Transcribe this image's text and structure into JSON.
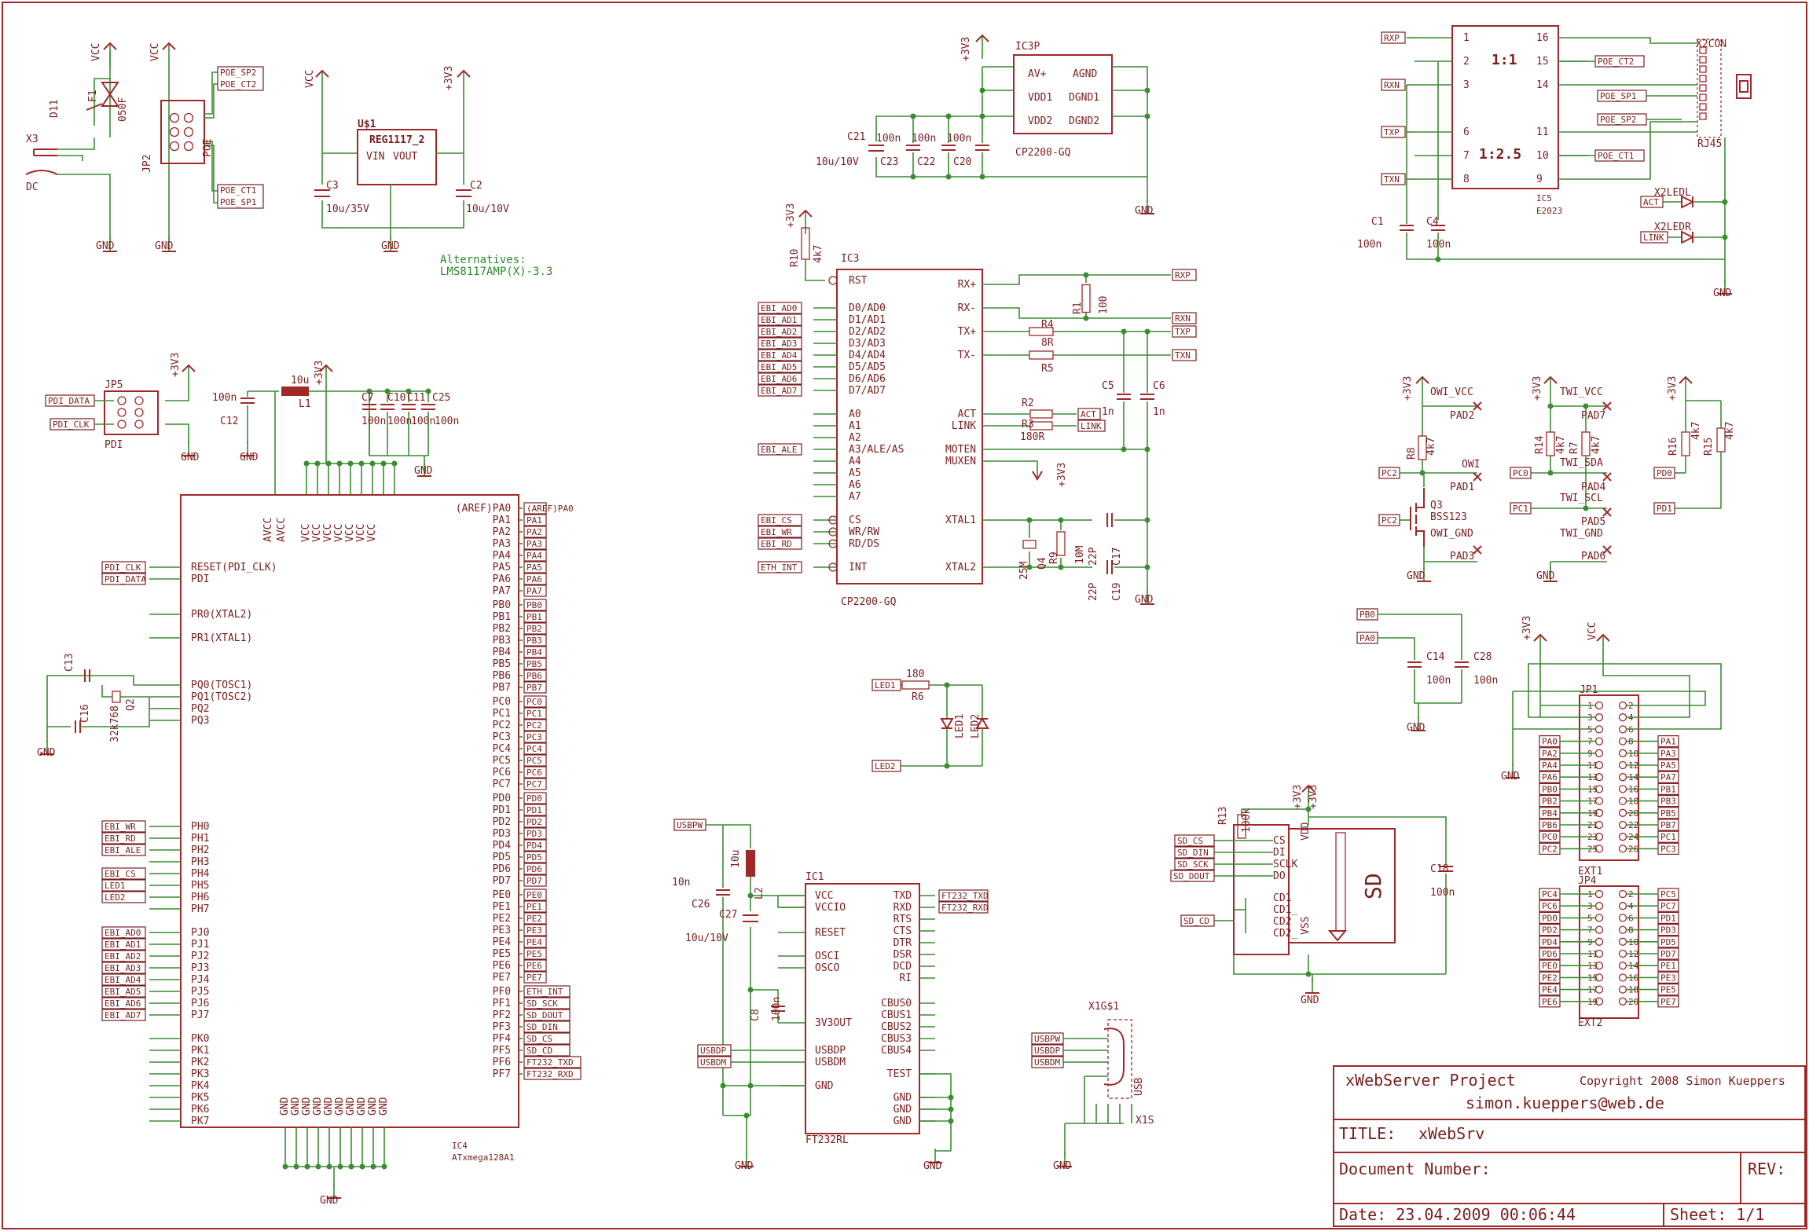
{
  "title_block": {
    "project": "xWebServer Project",
    "copyright": "Copyright 2008 Simon Kueppers",
    "email": "simon.kueppers@web.de",
    "title_label": "TITLE:",
    "title_value": "xWebSrv",
    "docnum_label": "Document Number:",
    "rev_label": "REV:",
    "date_label": "Date: 23.04.2009 00:06:44",
    "sheet_label": "Sheet: 1/1"
  },
  "power_section": {
    "x3": "X3",
    "dc": "DC",
    "f1": "F1",
    "d11": "D11",
    "fuse": "050F",
    "vcc": "VCC",
    "gnd": "GND",
    "v3": "+3V3",
    "jp2": "JP2",
    "poe": "POE",
    "poe_sp2": "POE_SP2",
    "poe_ct2": "POE_CT2",
    "poe_ct1": "POE_CT1",
    "poe_sp1": "POE_SP1",
    "u1": "U$1",
    "reg": "REG1117_2",
    "vin": "VIN",
    "vout": "VOUT",
    "c3": "C3",
    "c3v": "10u/35V",
    "c2": "C2",
    "c2v": "10u/10V",
    "alt1": "Alternatives:",
    "alt2": "LMS8117AMP(X)-3.3"
  },
  "ic3p": {
    "name": "IC3P",
    "part": "CP2200-GQ",
    "av": "AV+",
    "vdd1": "VDD1",
    "vdd2": "VDD2",
    "agnd": "AGND",
    "dgnd1": "DGND1",
    "dgnd2": "DGND2",
    "c21": "C21",
    "c21v": "10u/10V",
    "c23": "C23",
    "c22": "C22",
    "c20": "C20",
    "n100": "100n"
  },
  "cp2200": {
    "name": "IC3",
    "part": "CP2200-GQ",
    "left_pins": [
      "RST",
      "D0/AD0",
      "D1/AD1",
      "D2/AD2",
      "D3/AD3",
      "D4/AD4",
      "D5/AD5",
      "D6/AD6",
      "D7/AD7",
      "A0",
      "A1",
      "A2",
      "A3/ALE/AS",
      "A4",
      "A5",
      "A6",
      "A7",
      "CS",
      "WR/RW",
      "RD/DS",
      "INT"
    ],
    "right_pins": [
      "RX+",
      "RX-",
      "TX+",
      "TX-",
      "ACT",
      "LINK",
      "MOTEN",
      "MUXEN",
      "XTAL1",
      "XTAL2"
    ],
    "r10": "R10",
    "r1": "R1",
    "r1v": "100",
    "r4": "R4",
    "r4v": "8R",
    "r5": "R5",
    "r5v": "8R",
    "r2": "R2",
    "r3": "R3",
    "r3v": "180R",
    "c5": "C5",
    "c6": "C6",
    "n1": "1n",
    "c17": "C17",
    "c19": "C19",
    "p22": "22P",
    "q4": "Q4",
    "mhz": "25M",
    "r9": "R9",
    "r9v": "10M",
    "rxp": "RXP",
    "rxn": "RXN",
    "txp": "TXP",
    "txn": "TXN",
    "act": "ACT",
    "link": "LINK",
    "eth_int": "ETH_INT",
    "ebi_ale": "EBI_ALE",
    "ebi_cs": "EBI_CS",
    "ebi_wr": "EBI_WR",
    "ebi_rd": "EBI_RD",
    "ad": [
      "EBI_AD0",
      "EBI_AD1",
      "EBI_AD2",
      "EBI_AD3",
      "EBI_AD4",
      "EBI_AD5",
      "EBI_AD6",
      "EBI_AD7"
    ]
  },
  "magjack": {
    "ic5": "IC5",
    "e2023": "E2023",
    "r11": "1:1",
    "r25": "1:2.5",
    "x2con": "X2CON",
    "rj45": "RJ45",
    "x2ledl": "X2LEDL",
    "x2ledr": "X2LEDR",
    "c1": "C1",
    "c4": "C4"
  },
  "mcu": {
    "name": "IC4",
    "part": "ATxmega128A1",
    "jp5": "JP5",
    "pdi": "PDI",
    "pdi_data": "PDI_DATA",
    "pdi_clk": "PDI_CLK",
    "l1": "L1",
    "l1v": "10u",
    "c12": "C12",
    "c7": "C7",
    "c10": "C10",
    "c11": "C11",
    "c25": "C25",
    "avcc": "AVCC",
    "left_pins": [
      "RESET(PDI_CLK)",
      "PDI",
      "PR0(XTAL2)",
      "PR1(XTAL1)",
      "PQ0(TOSC1)",
      "PQ1(TOSC2)",
      "PQ2",
      "PQ3",
      "PH0",
      "PH1",
      "PH2",
      "PH3",
      "PH4",
      "PH5",
      "PH6",
      "PH7",
      "PJ0",
      "PJ1",
      "PJ2",
      "PJ3",
      "PJ4",
      "PJ5",
      "PJ6",
      "PJ7",
      "PK0",
      "PK1",
      "PK2",
      "PK3",
      "PK4",
      "PK5",
      "PK6",
      "PK7"
    ],
    "right_pins": [
      "(AREF)PA0",
      "PA1",
      "PA2",
      "PA3",
      "PA4",
      "PA5",
      "PA6",
      "PA7",
      "PB0",
      "PB1",
      "PB2",
      "PB3",
      "PB4",
      "PB5",
      "PB6",
      "PB7",
      "PC0",
      "PC1",
      "PC2",
      "PC3",
      "PC4",
      "PC5",
      "PC6",
      "PC7",
      "PD0",
      "PD1",
      "PD2",
      "PD3",
      "PD4",
      "PD5",
      "PD6",
      "PD7",
      "PE0",
      "PE1",
      "PE2",
      "PE3",
      "PE4",
      "PE5",
      "PE6",
      "PE7",
      "PF0",
      "PF1",
      "PF2",
      "PF3",
      "PF4",
      "PF5",
      "PF6",
      "PF7"
    ],
    "c13": "C13",
    "c16": "C16",
    "q2": "Q2",
    "q2v": "32k768",
    "ph_nets": [
      "EBI_WR",
      "EBI_RD",
      "EBI_ALE",
      "",
      "EBI_CS",
      "LED1",
      "LED2",
      ""
    ],
    "pf_nets": [
      "ETH_INT",
      "SD_SCK",
      "SD_DOUT",
      "SD_DIN",
      "SD_CS",
      "SD_CD",
      "FT232_TXD",
      "FT232_RXD"
    ]
  },
  "leds": {
    "led1": "LED1",
    "led2": "LED2",
    "r6": "R6",
    "r6v": "180"
  },
  "ft232": {
    "name": "IC1",
    "part": "FT232RL",
    "left_pins": [
      "VCC",
      "VCCIO",
      "RESET",
      "OSCI",
      "OSCO",
      "3V3OUT",
      "USBDP",
      "USBDM",
      "GND"
    ],
    "right_pins": [
      "TXD",
      "RXD",
      "RTS",
      "CTS",
      "DTR",
      "DSR",
      "DCD",
      "RI",
      "CBUS0",
      "CBUS1",
      "CBUS2",
      "CBUS3",
      "CBUS4",
      "TEST",
      "GND",
      "GND",
      "GND"
    ],
    "usbpw": "USBPW",
    "usbdp": "USBDP",
    "usbdm": "USBDM",
    "ft_txd": "FT232_TXD",
    "ft_rxd": "FT232_RXD",
    "l2": "L2",
    "l2v": "10u",
    "c26": "C26",
    "c26v": "10n",
    "c27": "C27",
    "c27v": "10u/10V",
    "c8": "C8"
  },
  "usb": {
    "x1g": "X1G$1",
    "x1s": "X1S",
    "usb": "USB"
  },
  "sd": {
    "r13": "R13",
    "r13v": "100k",
    "sd": "SD",
    "c18": "C18",
    "pins": [
      "CS",
      "DI",
      "SCLK",
      "DO",
      "CD1",
      "CD1_",
      "CD2",
      "CD2_",
      "VDD",
      "VSS"
    ],
    "nets": [
      "SD_CS",
      "SD_DIN",
      "SD_SCK",
      "SD_DOUT",
      "SD_CD"
    ]
  },
  "onewire": {
    "owi_vcc": "OWI_VCC",
    "pad2": "PAD2",
    "owi": "OWI",
    "pad1": "PAD1",
    "owi_gnd": "OWI_GND",
    "pad3": "PAD3",
    "r8": "R8",
    "q3": "Q3",
    "bss": "BSS123",
    "pc2": "PC2",
    "k47": "4k7",
    "twi_vcc": "TWI_VCC",
    "pad7": "PAD7",
    "twi_sda": "TWI_SDA",
    "pad4": "PAD4",
    "twi_scl": "TWI_SCL",
    "pad5": "PAD5",
    "twi_gnd": "TWI_GND",
    "pad6": "PAD6",
    "r14": "R14",
    "r7": "R7",
    "pc0": "PC0",
    "pc1": "PC1",
    "r16": "R16",
    "r15": "R15",
    "pd0": "PD0",
    "pd1": "PD1"
  },
  "ext": {
    "pb0": "PB0",
    "pa0": "PA0",
    "c14": "C14",
    "c28": "C28",
    "jp1": "JP1",
    "ext1": "EXT1",
    "jp4": "JP4",
    "ext2": "EXT2",
    "jp1_left": [
      "PA0",
      "PA2",
      "PA4",
      "PA6",
      "PB0",
      "PB2",
      "PB4",
      "PB6",
      "PC0",
      "PC2"
    ],
    "jp1_right": [
      "PA1",
      "PA3",
      "PA5",
      "PA7",
      "PB1",
      "PB3",
      "PB5",
      "PB7",
      "PC1",
      "PC3"
    ],
    "jp4_left": [
      "PC4",
      "PC6",
      "PD0",
      "PD2",
      "PD4",
      "PD6",
      "PE0",
      "PE2",
      "PE4",
      "PE6"
    ],
    "jp4_right": [
      "PC5",
      "PC7",
      "PD1",
      "PD3",
      "PD5",
      "PD7",
      "PE1",
      "PE3",
      "PE5",
      "PE7"
    ]
  }
}
